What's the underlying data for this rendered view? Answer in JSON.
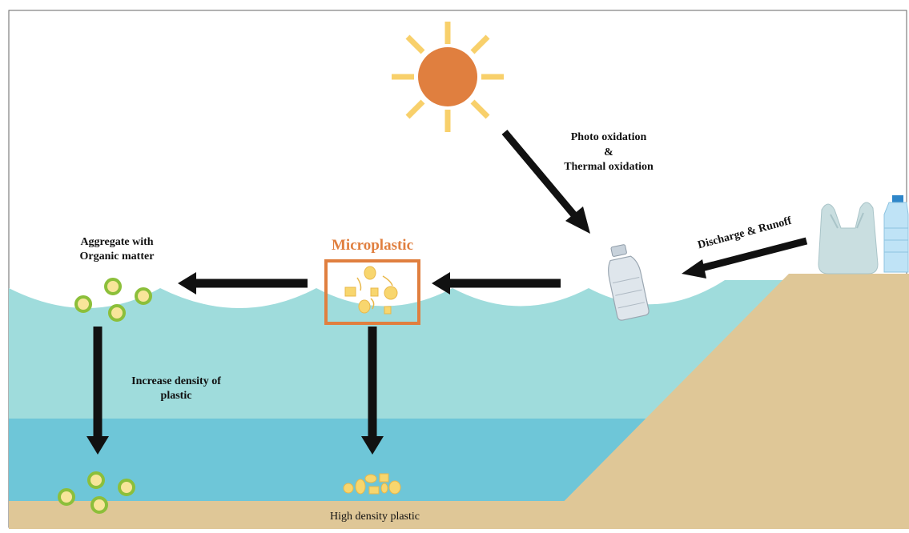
{
  "labels": {
    "photo_oxidation": "Photo oxidation",
    "ampersand": "&",
    "thermal_oxidation": "Thermal oxidation",
    "discharge_runoff": "Discharge & Runoff",
    "microplastic": "Microplastic",
    "aggregate_line1": "Aggregate with",
    "aggregate_line2": "Organic matter",
    "increase_line1": "Increase density of",
    "increase_line2": "plastic",
    "high_density": "High density plastic"
  },
  "colors": {
    "sun": "#e07f3f",
    "sun_rays": "#f8d06b",
    "water_surface": "#9fdcdc",
    "water_deep": "#6ec6d8",
    "sand": "#dfc797",
    "microplastic_box": "#e07f3f",
    "particle": "#f8d66e",
    "organic_ring": "#8cbf3a",
    "arrow": "#111111"
  }
}
